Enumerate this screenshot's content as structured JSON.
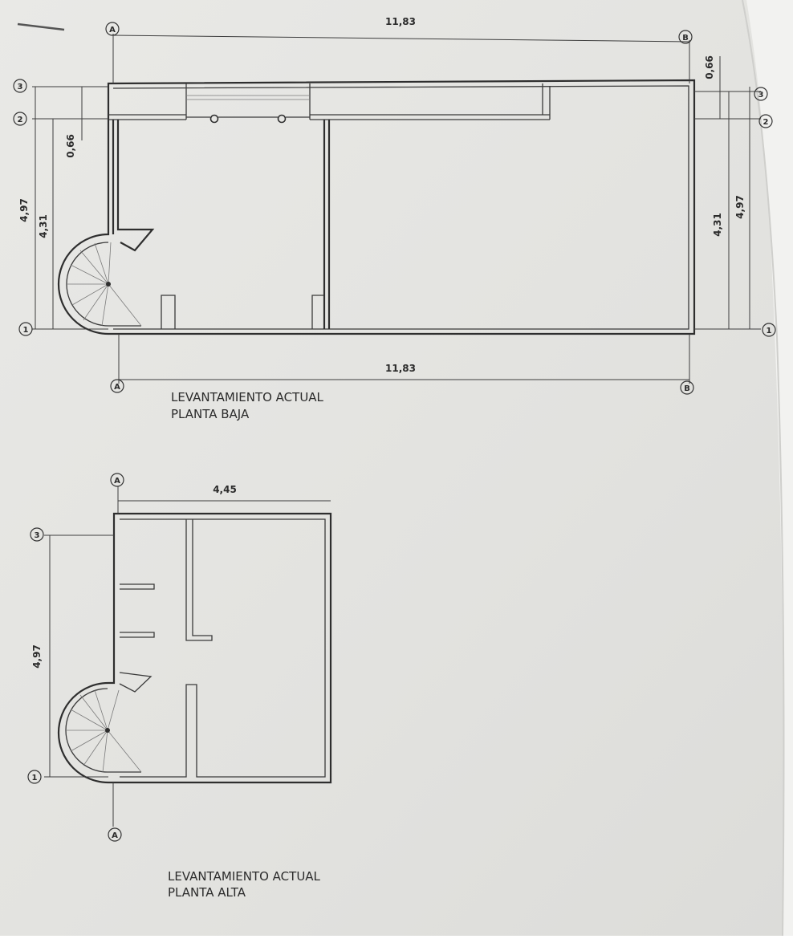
{
  "plans": {
    "ground": {
      "title_line1": "LEVANTAMIENTO ACTUAL",
      "title_line2": "PLANTA BAJA",
      "dim_top": "11,83",
      "dim_bottom": "11,83",
      "dim_left_outer": "4,97",
      "dim_left_inner": "4,31",
      "dim_left_small": "0,66",
      "dim_right_small": "0,66",
      "dim_right_inner": "4,31",
      "dim_right_outer": "4,97"
    },
    "upper": {
      "title_line1": "LEVANTAMIENTO ACTUAL",
      "title_line2": "PLANTA ALTA",
      "dim_top": "4,45",
      "dim_left": "4,97"
    }
  },
  "grid_labels": {
    "A": "A",
    "B": "B",
    "one": "1",
    "two": "2",
    "three": "3"
  },
  "colors": {
    "paper": "#e6e6e3",
    "ink": "#2e2e2e"
  }
}
